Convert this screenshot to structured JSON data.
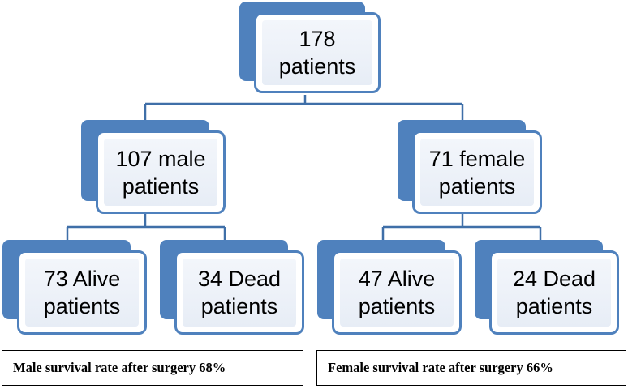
{
  "colors": {
    "accent": "#4f81bd",
    "connector": "#3f6fa8"
  },
  "nodes": {
    "root": {
      "line1": "178",
      "line2": "patients"
    },
    "male": {
      "line1": "107 male",
      "line2": "patients"
    },
    "female": {
      "line1": "71 female",
      "line2": "patients"
    },
    "male_alive": {
      "line1": "73 Alive",
      "line2": "patients"
    },
    "male_dead": {
      "line1": "34 Dead",
      "line2": "patients"
    },
    "female_alive": {
      "line1": "47 Alive",
      "line2": "patients"
    },
    "female_dead": {
      "line1": "24 Dead",
      "line2": "patients"
    }
  },
  "captions": {
    "male": "Male survival rate after surgery 68%",
    "female": "Female survival rate after surgery 66%"
  }
}
